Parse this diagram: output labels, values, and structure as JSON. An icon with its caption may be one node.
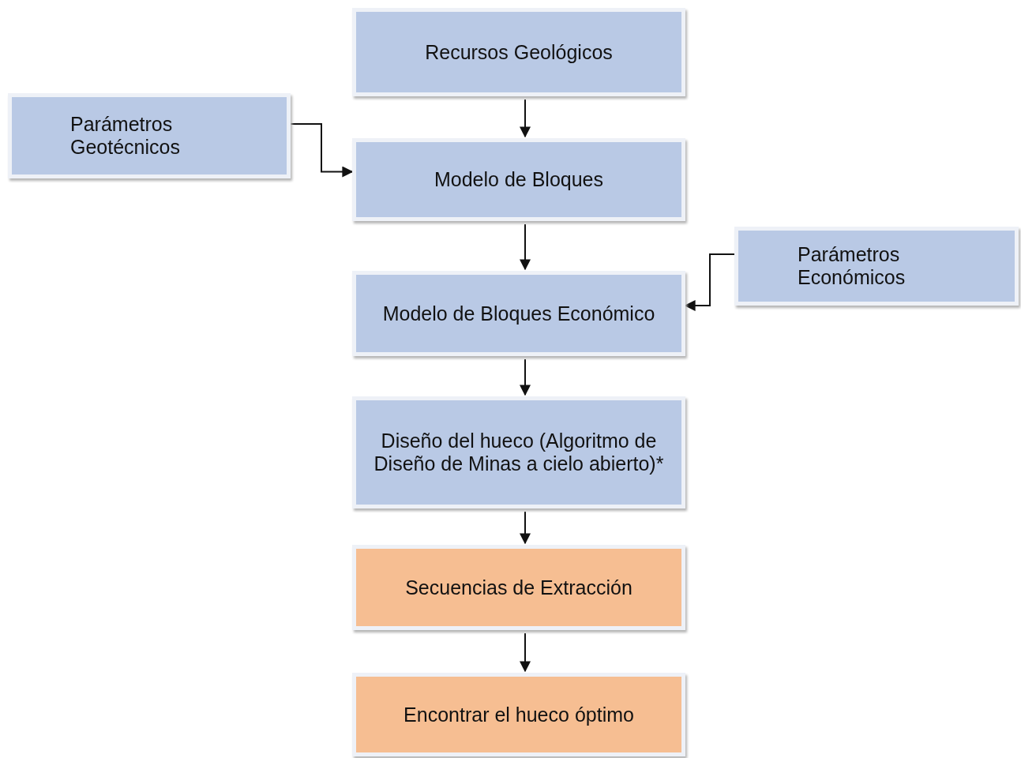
{
  "diagram": {
    "nodes": [
      {
        "text": [
          "Recursos Geológicos"
        ]
      },
      {
        "text": [
          "Parámetros Geotécnicos"
        ]
      },
      {
        "text": [
          "Modelo de Bloques"
        ]
      },
      {
        "text": [
          "Parámetros Económicos"
        ]
      },
      {
        "text": [
          "Modelo de Bloques Económico"
        ]
      },
      {
        "text": [
          "Diseño del hueco (Algoritmo de Diseño de Minas a cielo abierto)*"
        ]
      },
      {
        "text": [
          "Secuencias de Extracción"
        ]
      },
      {
        "text": [
          "Encontrar el hueco óptimo"
        ]
      }
    ],
    "edges": [
      {
        "from": 0,
        "to": 2,
        "arrow": "to"
      },
      {
        "from": 1,
        "to": 2,
        "arrow": "to"
      },
      {
        "from": 2,
        "to": 4,
        "arrow": "to"
      },
      {
        "from": 3,
        "to": 4,
        "arrow": "to"
      },
      {
        "from": 4,
        "to": 5,
        "arrow": "to"
      },
      {
        "from": 5,
        "to": 6,
        "arrow": "to"
      },
      {
        "from": 6,
        "to": 7,
        "arrow": "to"
      }
    ]
  }
}
